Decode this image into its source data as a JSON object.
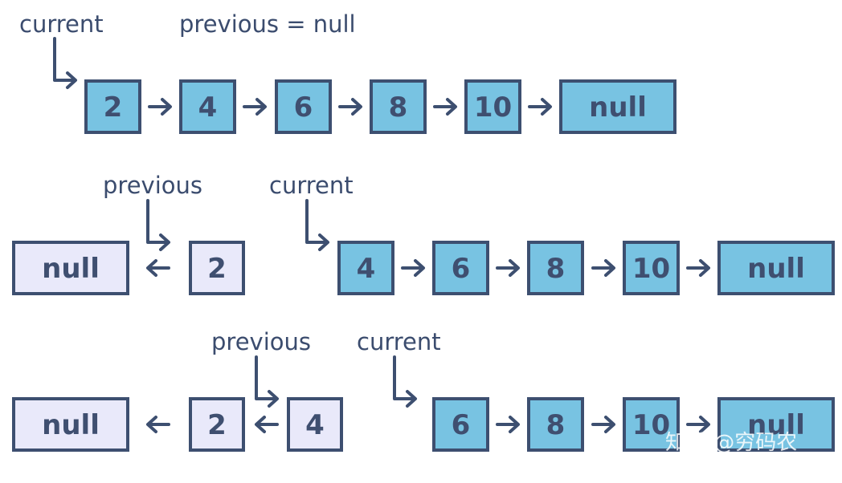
{
  "rows": [
    {
      "labels": {
        "current": "current",
        "previous": "previous = null"
      },
      "nodes": [
        "2",
        "4",
        "6",
        "8",
        "10",
        "null"
      ]
    },
    {
      "labels": {
        "previous": "previous",
        "current": "current"
      },
      "reversed": [
        "null",
        "2"
      ],
      "nodes": [
        "4",
        "6",
        "8",
        "10",
        "null"
      ]
    },
    {
      "labels": {
        "previous": "previous",
        "current": "current"
      },
      "reversed": [
        "null",
        "2",
        "4"
      ],
      "nodes": [
        "6",
        "8",
        "10",
        "null"
      ]
    }
  ],
  "watermark": "知乎 @穷码农",
  "colors": {
    "node_fill": "#78c3e2",
    "reversed_fill": "#e9e9fa",
    "stroke": "#3d4f70",
    "text": "#3b4c6e"
  }
}
